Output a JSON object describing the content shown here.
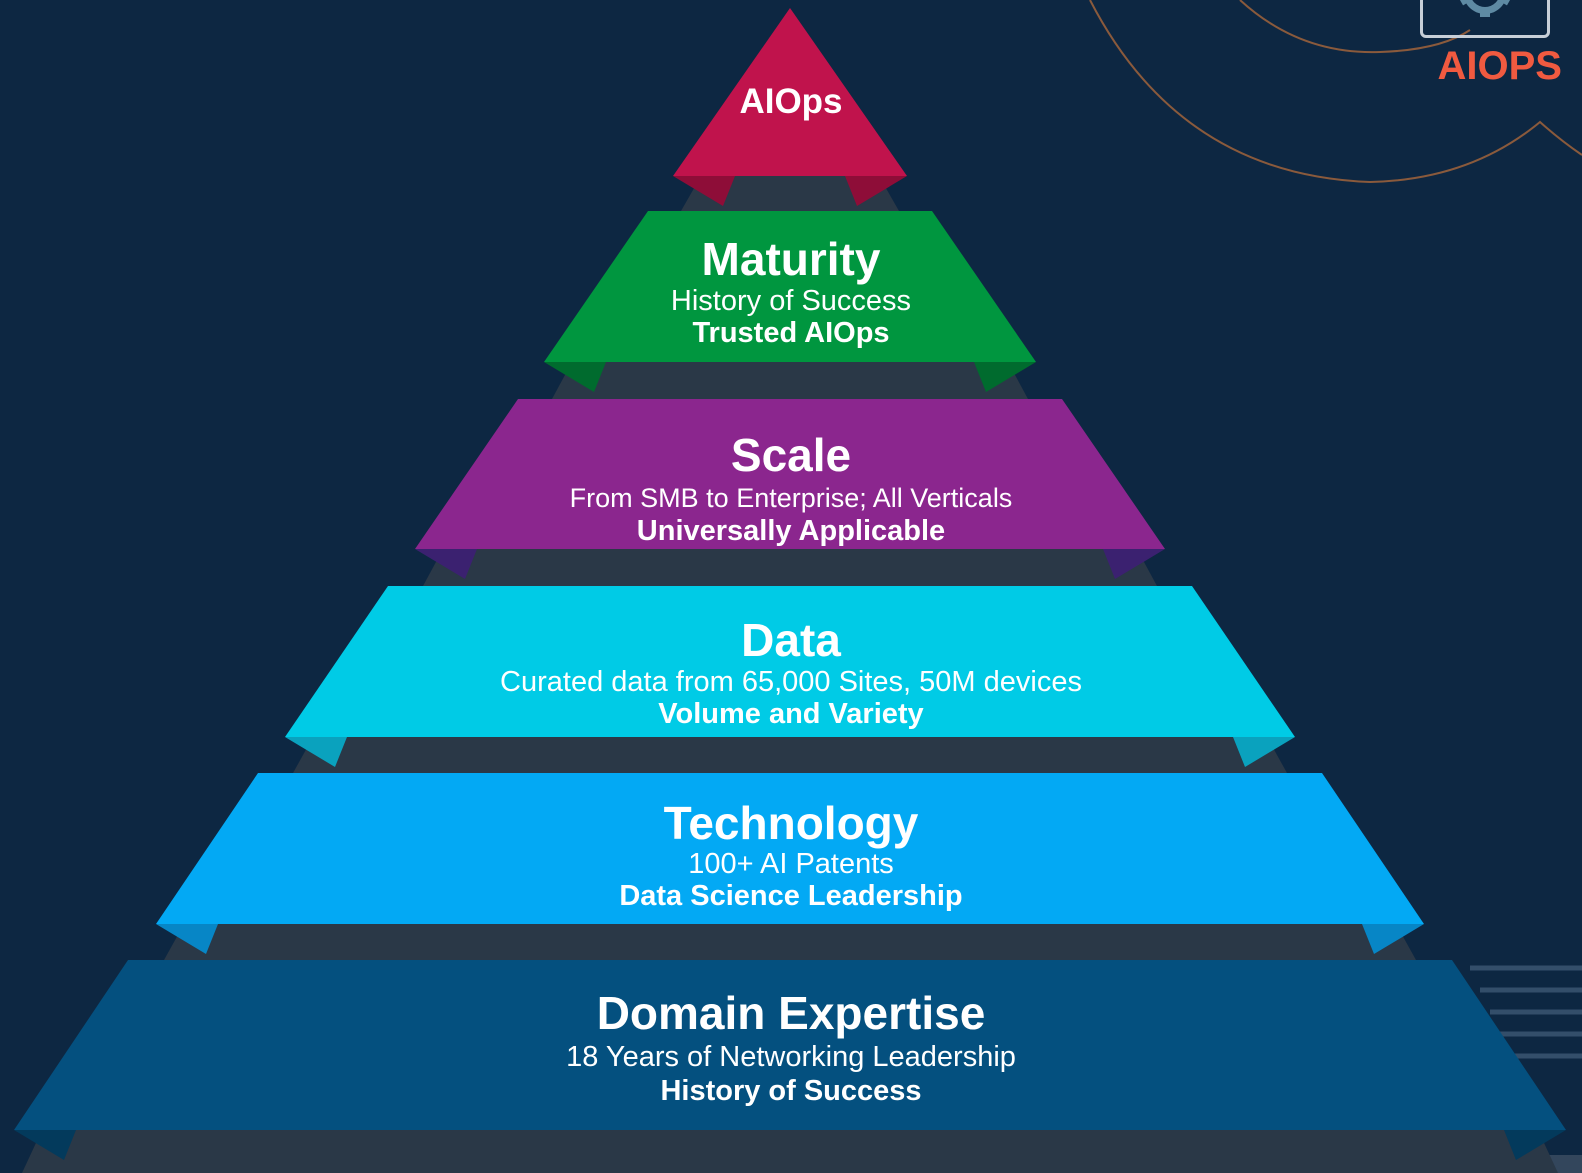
{
  "brand": {
    "logo_text": "AIOPS",
    "logo_badge": "AI",
    "logo_icon": "ai-gear-icon",
    "logo_color": "#f05a40"
  },
  "pyramid": {
    "tiers": [
      {
        "title": "AIOps",
        "subtitle": "",
        "tagline": "",
        "color": "#c0134c",
        "shade": "#8e0d38"
      },
      {
        "title": "Maturity",
        "subtitle": "History of Success",
        "tagline": "Trusted AIOps",
        "color": "#00963f",
        "shade": "#006b2e"
      },
      {
        "title": "Scale",
        "subtitle": "From SMB to Enterprise;  All Verticals",
        "tagline": "Universally Applicable",
        "color": "#8b268e",
        "shade": "#3b2170"
      },
      {
        "title": "Data",
        "subtitle": "Curated data from 65,000 Sites, 50M devices",
        "tagline": "Volume and Variety",
        "color": "#00cbe6",
        "shade": "#0aa2be"
      },
      {
        "title": "Technology",
        "subtitle": "100+ AI Patents",
        "tagline": "Data Science Leadership",
        "color": "#03a9f4",
        "shade": "#0786c6"
      },
      {
        "title": "Domain Expertise",
        "subtitle": "18 Years of Networking Leadership",
        "tagline": "History of Success",
        "color": "#04507f",
        "shade": "#033a5c"
      }
    ]
  }
}
